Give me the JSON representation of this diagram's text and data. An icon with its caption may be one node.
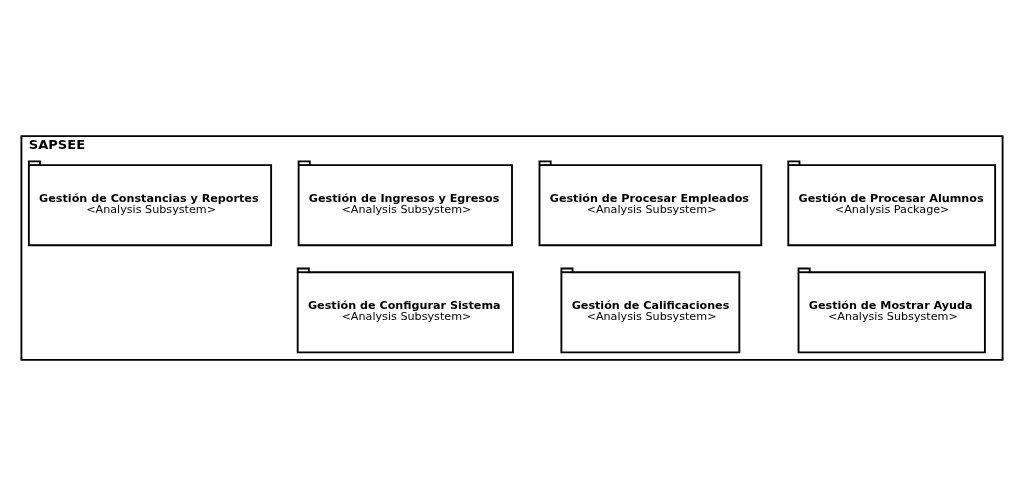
{
  "diagram": {
    "nodes": [
      {
        "text": [
          "SAPSEE"
        ]
      },
      {
        "text": [
          "Gestión de Procesar Alumnos",
          "<Analysis Package>"
        ],
        "in": 0
      },
      {
        "text": [
          "Gestión de Procesar Empleados",
          "<Analysis Subsystem>"
        ],
        "in": 0
      },
      {
        "text": [
          "Gestión de Ingresos y Egresos",
          "<Analysis Subsystem>"
        ],
        "in": 0
      },
      {
        "text": [
          "Gestión de Mostrar Ayuda",
          "<Analysis Subsystem>"
        ],
        "in": 0
      },
      {
        "text": [
          "Gestión de Calificaciones",
          "<Analysis Subsystem>"
        ],
        "in": 0
      },
      {
        "text": [
          "Gestión de Configurar Sistema",
          "<Analysis Subsystem>"
        ],
        "in": 0
      },
      {
        "text": [
          "Gestión de Constancias y Reportes",
          "<Analysis Subsystem>"
        ],
        "in": 0
      }
    ]
  }
}
